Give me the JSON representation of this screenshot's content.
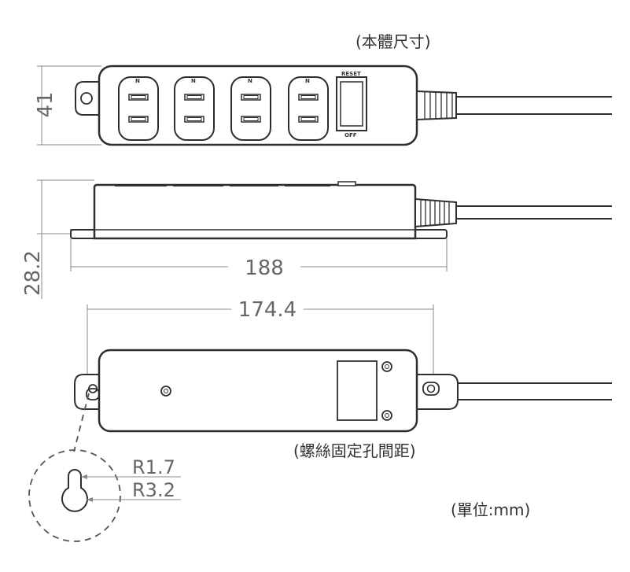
{
  "labels": {
    "body_size": "(本體尺寸)",
    "screw_spacing": "(螺絲固定孔間距)",
    "unit": "(單位:mm)",
    "reset": "RESET",
    "off": "OFF",
    "socket_mark": "N"
  },
  "dimensions": {
    "height": "41",
    "depth": "28.2",
    "length": "188",
    "hole_spacing": "174.4",
    "radius_small": "R1.7",
    "radius_large": "R3.2"
  },
  "colors": {
    "line": "#2f2f2f",
    "dim_line": "#888888",
    "dim_text": "#666666"
  }
}
